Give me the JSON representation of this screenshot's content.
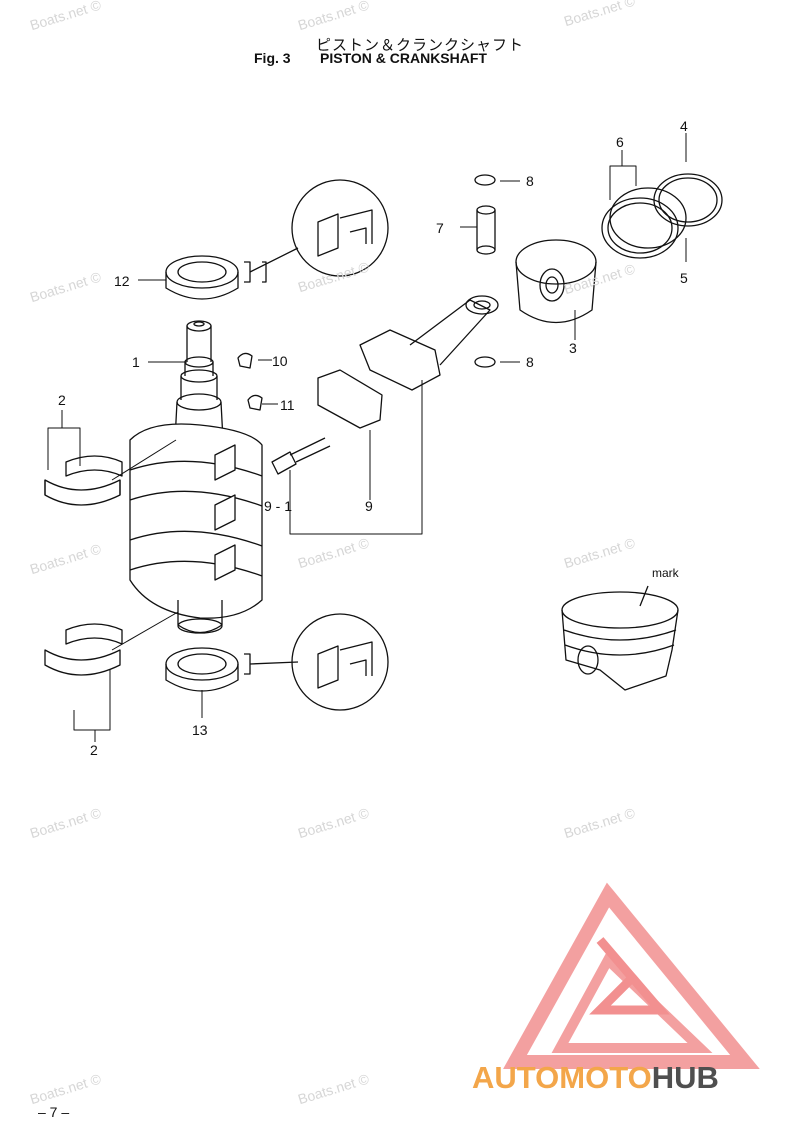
{
  "header": {
    "japanese_title": "ピストン＆クランクシャフト",
    "figure_label": "Fig. 3",
    "figure_title": "PISTON & CRANKSHAFT"
  },
  "callouts": {
    "c1": "1",
    "c2_top": "2",
    "c2_bottom": "2",
    "c3": "3",
    "c4": "4",
    "c5": "5",
    "c6": "6",
    "c7": "7",
    "c8_top": "8",
    "c8_bottom": "8",
    "c9": "9",
    "c9_1": "9 - 1",
    "c10": "10",
    "c11": "11",
    "c12": "12",
    "c13": "13"
  },
  "detail_label": "mark",
  "watermark_text": "Boats.net ©",
  "page_number": "– 7 –",
  "logo": {
    "part1": "AUTOMOTO",
    "part2": "HUB",
    "color_accent": "#f3a64a",
    "color_dark": "#4f4f4f",
    "triangle_color": "#f08c8c"
  }
}
